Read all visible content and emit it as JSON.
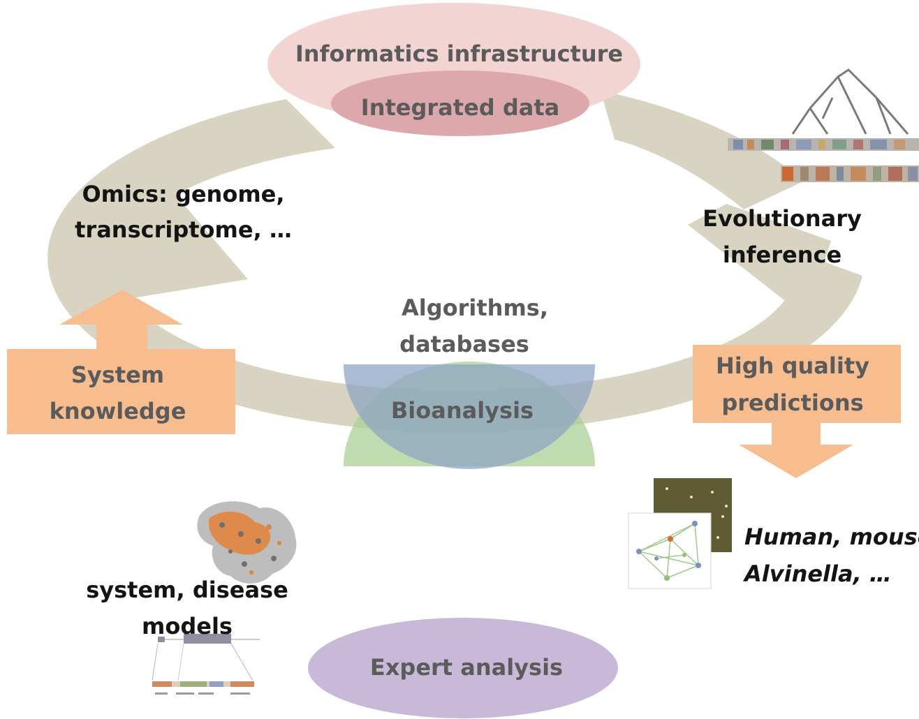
{
  "colors": {
    "cycle_arrow": "#d8d4c1",
    "informatics_ellipse": "#f2d5d3",
    "integrated_ellipse": "#dda8ab",
    "expert_ellipse": "#c8b9d8",
    "algorithms_shape": "#8ea6c4",
    "bioanalysis_shape": "#a9cf95",
    "orange_box": "#f7bd8f",
    "dark_text": "#141414",
    "grey_text": "#5b5b5b"
  },
  "labels": {
    "informatics_infrastructure": "Informatics infrastructure",
    "integrated_data": "Integrated data",
    "omics_line1": "Omics: genome,",
    "omics_line2": "transcriptome, …",
    "evolutionary_line1": "Evolutionary",
    "evolutionary_line2": "inference",
    "algorithms_line1": "Algorithms,",
    "algorithms_line2": "databases",
    "bioanalysis": "Bioanalysis",
    "system_knowledge_line1": "System",
    "system_knowledge_line2": "knowledge",
    "high_quality_line1": "High quality",
    "high_quality_line2": "predictions",
    "organisms_line1": "Human, mouse",
    "organisms_line2": "Alvinella, …",
    "models_line1": "system, disease",
    "models_line2": "models",
    "expert_analysis": "Expert analysis"
  },
  "icons": {
    "phylogeny": "phylogenetic-tree-icon",
    "network": "interaction-network-icon",
    "protein": "protein-structure-icon",
    "gene_model": "gene-structure-icon"
  }
}
